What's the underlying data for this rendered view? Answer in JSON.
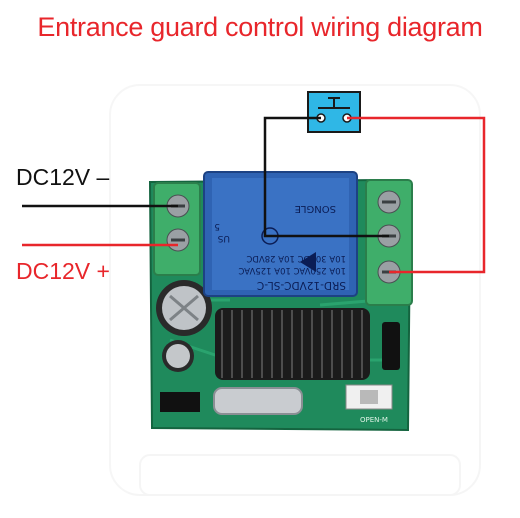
{
  "title": "Entrance guard control wiring diagram",
  "labels": {
    "dc_negative": "DC12V –",
    "dc_positive": "DC12V +"
  },
  "relay": {
    "model": "SRD-12VDC-SL-C",
    "rating_1": "10A 250VAC  10A 125VAC",
    "rating_2": "10A 30VDC  10A 28VDC",
    "brand": "SONGLE",
    "us": "US",
    "marking_5": "5"
  },
  "board": {
    "button_label": "OPEN-M"
  },
  "colors": {
    "title": "#e8262b",
    "wire_positive": "#e8262b",
    "wire_negative": "#111111",
    "pcb": "#1f8a5c",
    "relay_body": "#2f63b3",
    "terminal_block": "#3fae6a",
    "switch_box": "#2fb7e6"
  },
  "icons": [
    "push-switch-icon",
    "screw-terminal-icon"
  ]
}
